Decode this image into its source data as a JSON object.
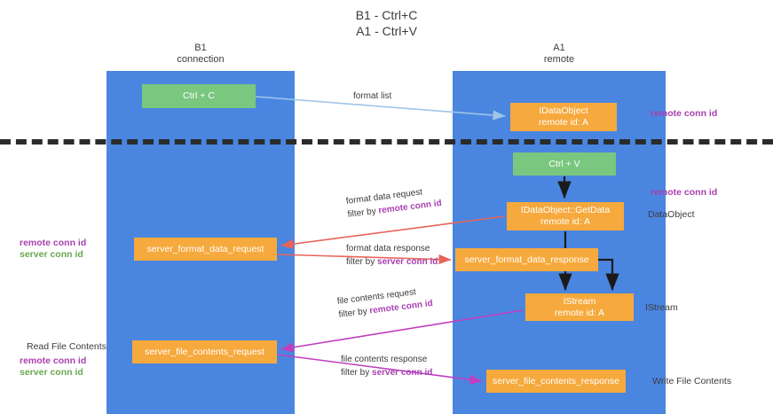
{
  "title": {
    "line1": "B1 - Ctrl+C",
    "line2": "A1 - Ctrl+V"
  },
  "columns": [
    {
      "id": "b1",
      "name": "B1",
      "role": "connection"
    },
    {
      "id": "a1",
      "name": "A1",
      "role": "remote"
    }
  ],
  "boxes": {
    "ctrl_c": {
      "line1": "Ctrl + C",
      "line2": "",
      "color": "#7ac77f"
    },
    "idataobject": {
      "line1": "IDataObject",
      "line2": "remote id: A",
      "color": "#f6a93c"
    },
    "ctrl_v": {
      "line1": "Ctrl + V",
      "line2": "",
      "color": "#7ac77f"
    },
    "getdata": {
      "line1": "IDataObject::GetData",
      "line2": "remote id: A",
      "color": "#f6a93c"
    },
    "server_format_data_request": {
      "line1": "server_format_data_request",
      "line2": "",
      "color": "#f6a93c"
    },
    "server_format_data_response": {
      "line1": "server_format_data_response",
      "line2": "",
      "color": "#f6a93c"
    },
    "istream": {
      "line1": "IStream",
      "line2": "remote id: A",
      "color": "#f6a93c"
    },
    "server_file_contents_request": {
      "line1": "server_file_contents_request",
      "line2": "",
      "color": "#f6a93c"
    },
    "server_file_contents_response": {
      "line1": "server_file_contents_response",
      "line2": "",
      "color": "#f6a93c"
    }
  },
  "edges": {
    "format_list": {
      "line1": "format list",
      "filter_prefix": "",
      "filter_key": ""
    },
    "format_data_request": {
      "line1": "format data request",
      "filter_prefix": "filter by ",
      "filter_key": "remote conn id"
    },
    "format_data_response": {
      "line1": "format data response",
      "filter_prefix": "filter by ",
      "filter_key": "server conn id"
    },
    "file_contents_request": {
      "line1": "file contents request",
      "filter_prefix": "filter by ",
      "filter_key": "remote conn id"
    },
    "file_contents_response": {
      "line1": "file contents response",
      "filter_prefix": "filter by ",
      "filter_key": "server conn id"
    }
  },
  "annotations": {
    "remote_conn_id_top": "remote conn id",
    "remote_conn_id_mid": "remote conn id",
    "dataobject": "DataObject",
    "istream": "IStream",
    "write_file_contents": "Write File Contents",
    "read_file_contents": "Read File Contents",
    "left_remote_conn_id_1": "remote conn id",
    "left_server_conn_id_1": "server conn id",
    "left_remote_conn_id_2": "remote conn id",
    "left_server_conn_id_2": "server conn id"
  },
  "colors": {
    "column": "#4a86e0",
    "green_box": "#7ac77f",
    "orange_box": "#f6a93c",
    "purple_text": "#a83fb0",
    "green_text": "#6aa84f",
    "arrow_blue": "#9fc5e8",
    "arrow_red": "#e8645a",
    "arrow_magenta": "#bf3fbf",
    "arrow_black": "#1a1a1a",
    "divider": "#2b2b2b"
  }
}
